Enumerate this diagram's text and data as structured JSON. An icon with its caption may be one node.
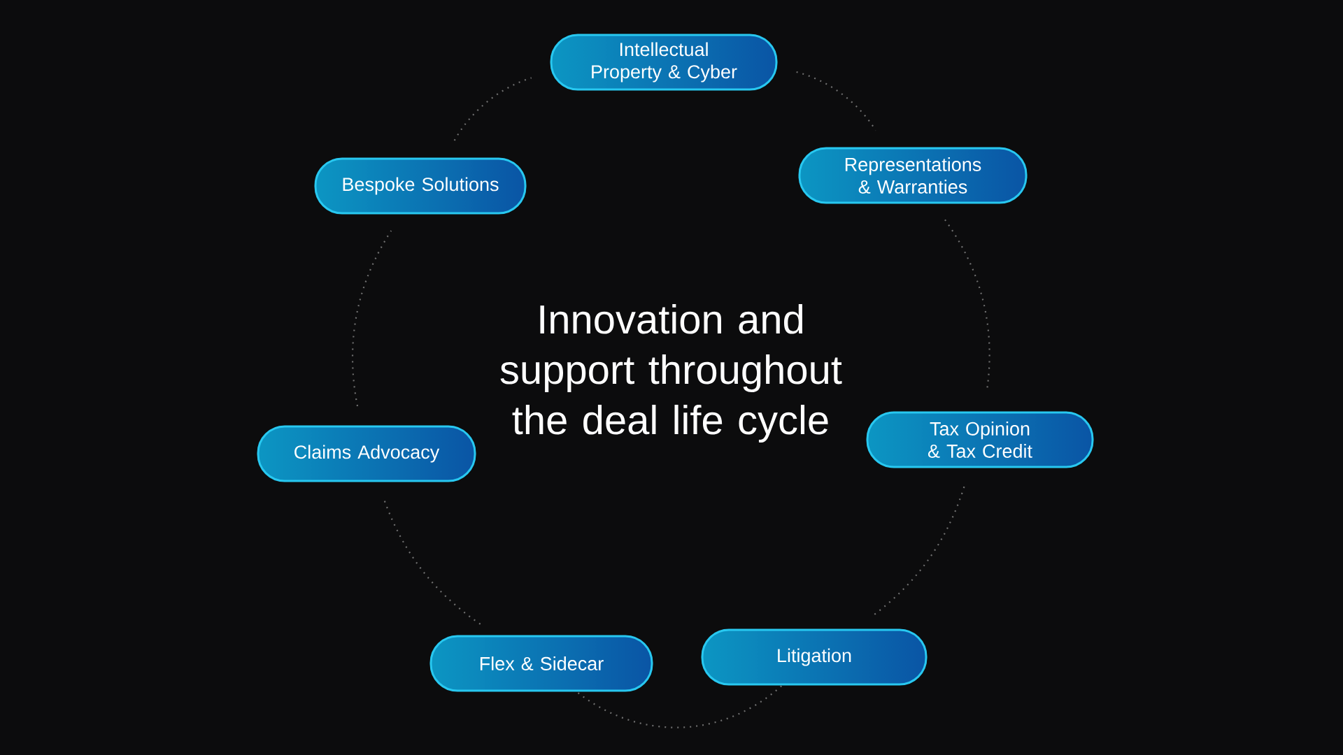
{
  "diagram": {
    "nodes": [
      {
        "text": [
          "Intellectual Property & Cyber"
        ]
      },
      {
        "text": [
          "Representations & Warranties"
        ]
      },
      {
        "text": [
          "Tax Opinion & Tax Credit"
        ]
      },
      {
        "text": [
          "Litigation"
        ]
      },
      {
        "text": [
          "Flex & Sidecar"
        ]
      },
      {
        "text": [
          "Claims Advocacy"
        ]
      },
      {
        "text": [
          "Bespoke Solutions"
        ]
      }
    ],
    "edges": [
      {
        "from": 0,
        "to": 1,
        "arrow": "none",
        "style": "dashed"
      },
      {
        "from": 1,
        "to": 2,
        "arrow": "none",
        "style": "dashed"
      },
      {
        "from": 2,
        "to": 3,
        "arrow": "none",
        "style": "dashed"
      },
      {
        "from": 3,
        "to": 4,
        "arrow": "none",
        "style": "dashed"
      },
      {
        "from": 4,
        "to": 5,
        "arrow": "none",
        "style": "dashed"
      },
      {
        "from": 5,
        "to": 6,
        "arrow": "none",
        "style": "dashed"
      },
      {
        "from": 6,
        "to": 0,
        "arrow": "none",
        "style": "dashed"
      }
    ],
    "labels": [
      "Innovation and support throughout the deal life cycle"
    ]
  }
}
